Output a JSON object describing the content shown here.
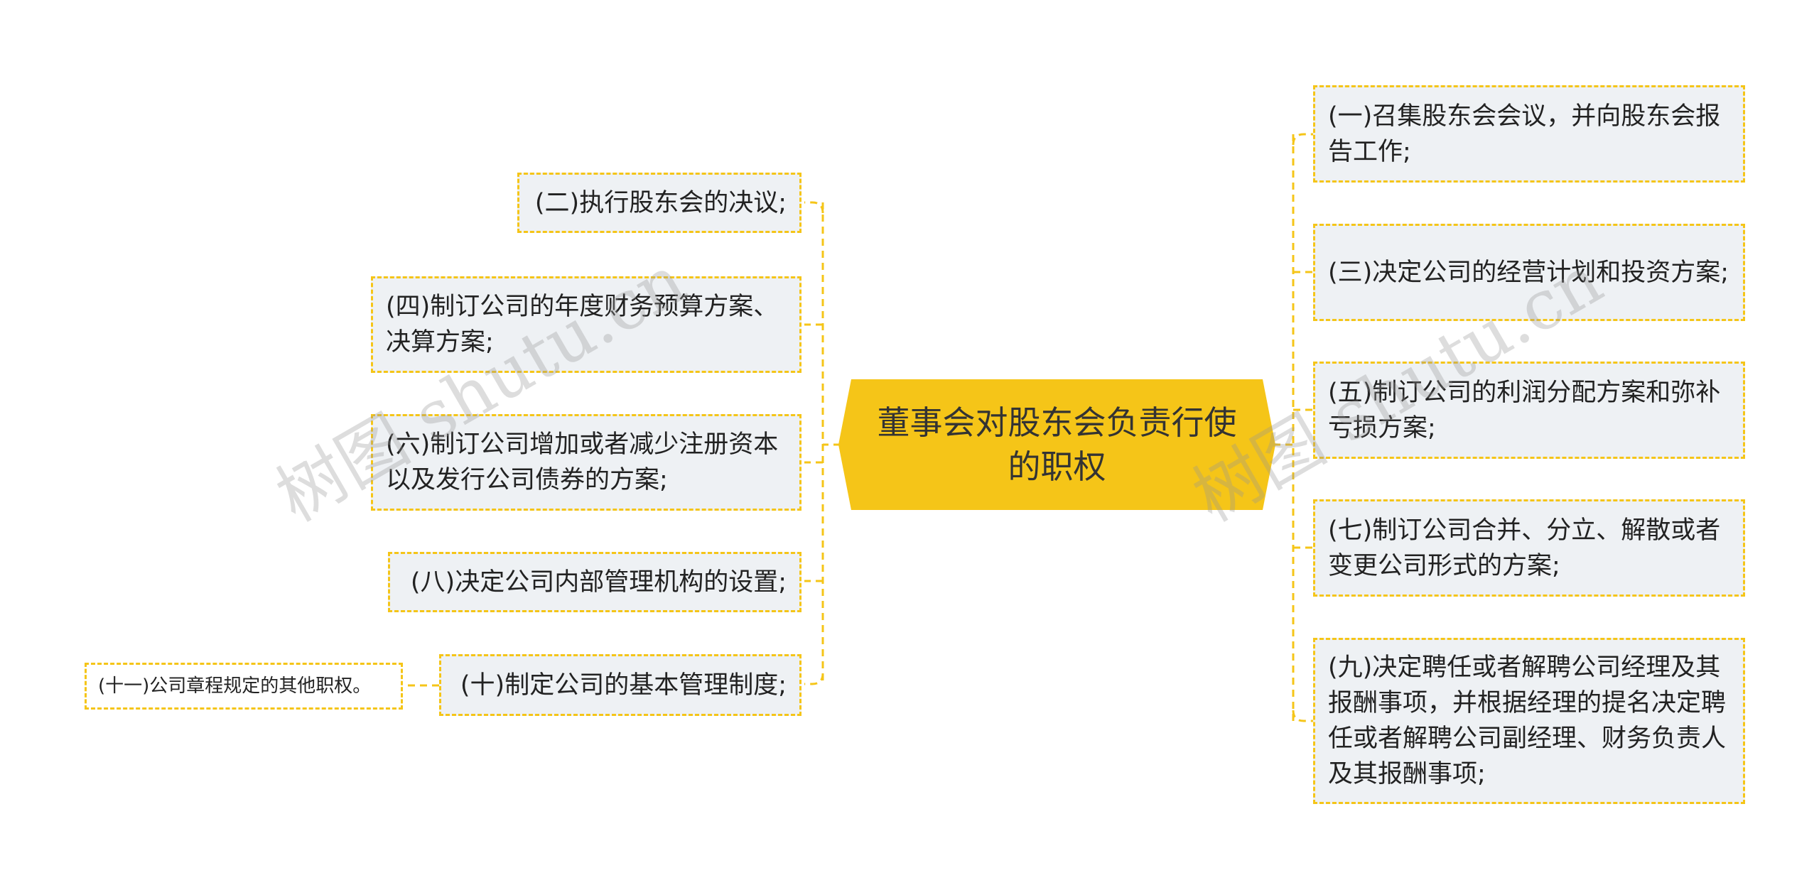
{
  "colors": {
    "accent": "#f5c518",
    "node_bg": "#eef1f4",
    "text": "#222222"
  },
  "watermark": "树图 shutu.cn",
  "central": "董事会对股东会负责行使的职权",
  "left_nodes": [
    "(二)执行股东会的决议;",
    "(四)制订公司的年度财务预算方案、决算方案;",
    "(六)制订公司增加或者减少注册资本以及发行公司债券的方案;",
    "(八)决定公司内部管理机构的设置;",
    "(十)制定公司的基本管理制度;"
  ],
  "left_sub": "(十一)公司章程规定的其他职权。",
  "right_nodes": [
    "(一)召集股东会会议，并向股东会报告工作;",
    "(三)决定公司的经营计划和投资方案;",
    "(五)制订公司的利润分配方案和弥补亏损方案;",
    "(七)制订公司合并、分立、解散或者变更公司形式的方案;",
    "(九)决定聘任或者解聘公司经理及其报酬事项，并根据经理的提名决定聘任或者解聘公司副经理、财务负责人及其报酬事项;"
  ]
}
